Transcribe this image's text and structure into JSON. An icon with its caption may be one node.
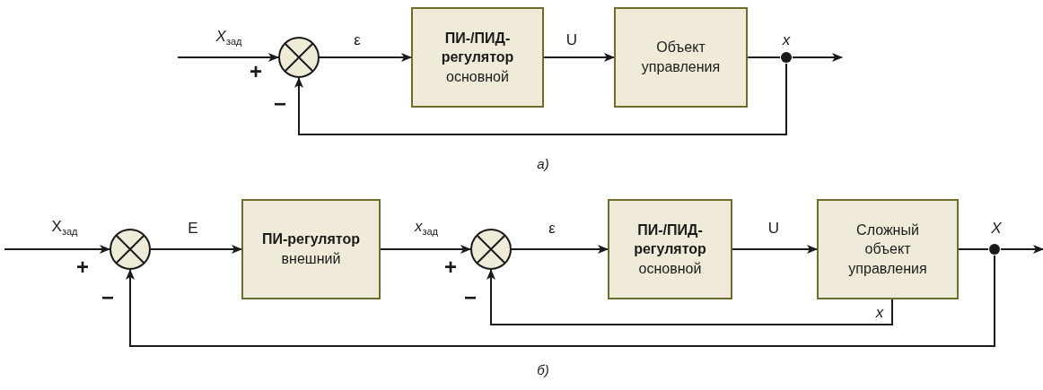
{
  "diagram": {
    "nodes": [
      {
        "text": [],
        "shape": "circle"
      },
      {
        "text": [
          "ПИ-/ПИД- регулятор",
          "основной"
        ]
      },
      {
        "text": [
          "Объект управления"
        ]
      },
      {
        "text": [],
        "shape": "dot",
        "beside": [
          "x"
        ]
      },
      {
        "text": [],
        "shape": "circle"
      },
      {
        "text": [
          "ПИ-регулятор",
          "внешний"
        ]
      },
      {
        "text": [],
        "shape": "circle"
      },
      {
        "text": [
          "ПИ-/ПИД- регулятор",
          "основной"
        ]
      },
      {
        "text": [
          "Сложный объект управления"
        ]
      },
      {
        "text": [],
        "shape": "dot",
        "beside": [
          "X"
        ]
      }
    ],
    "edges": [
      {
        "from": null,
        "to": 0,
        "arrow": "to",
        "label": "*X*$_{зад}$"
      },
      {
        "from": 0,
        "to": 1,
        "arrow": "to",
        "label": "ε"
      },
      {
        "from": 1,
        "to": 2,
        "arrow": "to",
        "label": "U"
      },
      {
        "from": 2,
        "to": 3,
        "arrow": "none"
      },
      {
        "from": 3,
        "to": null,
        "arrow": "to"
      },
      {
        "from": 3,
        "to": 0,
        "arrow": "to"
      },
      {
        "from": null,
        "to": 4,
        "arrow": "to",
        "label": "X$_{зад}$"
      },
      {
        "from": 4,
        "to": 5,
        "arrow": "to",
        "label": "E"
      },
      {
        "from": 5,
        "to": 6,
        "arrow": "to",
        "label": "*x*$_{зад}$"
      },
      {
        "from": 6,
        "to": 7,
        "arrow": "to",
        "label": "ε"
      },
      {
        "from": 7,
        "to": 8,
        "arrow": "to",
        "label": "U"
      },
      {
        "from": 8,
        "to": 9,
        "arrow": "none"
      },
      {
        "from": 9,
        "to": null,
        "arrow": "to"
      },
      {
        "from": 8,
        "to": 6,
        "arrow": "to",
        "label": "*x*"
      },
      {
        "from": 9,
        "to": 4,
        "arrow": "to"
      }
    ],
    "labels": [
      "+",
      "−",
      "а)",
      "+",
      "−",
      "+",
      "−",
      "б)"
    ]
  }
}
